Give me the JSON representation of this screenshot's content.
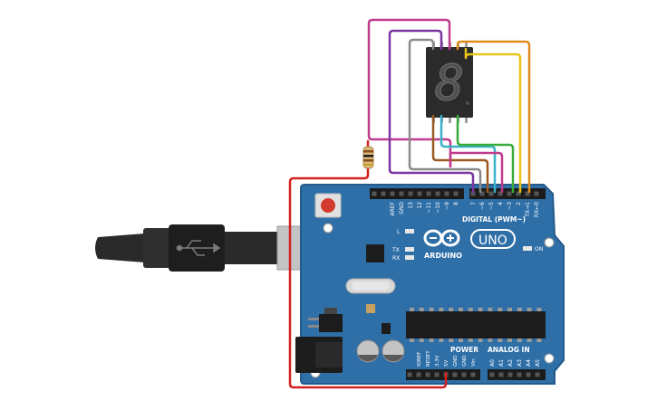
{
  "board": {
    "brand": "ARDUINO",
    "model": "UNO",
    "digital_header": "DIGITAL (PWM~)",
    "power_header": "POWER",
    "analog_header": "ANALOG IN",
    "led_l": "L",
    "led_tx": "TX",
    "led_rx": "RX",
    "on_label": "ON",
    "digital_pins": [
      "AREF",
      "GND",
      "13",
      "12",
      "~11",
      "~10",
      "~9",
      "8",
      "7",
      "~6",
      "~5",
      "4",
      "~3",
      "2",
      "TX→1",
      "RX←0"
    ],
    "power_pins": [
      "IOREF",
      "RESET",
      "3.3V",
      "5V",
      "GND",
      "GND",
      "Vin"
    ],
    "analog_pins": [
      "A0",
      "A1",
      "A2",
      "A3",
      "A4",
      "A5"
    ]
  },
  "display": {
    "digit": "8",
    "top_pins": 5,
    "bottom_pins": 5
  },
  "colors": {
    "board": "#2f6fa8",
    "board_dark": "#255a8a",
    "header": "#1c1c1c",
    "wire_red": "#d42020",
    "wire_pink": "#c03c8c",
    "wire_purple": "#7a35a0",
    "wire_gray": "#8a8a8a",
    "wire_brown": "#9a5a22",
    "wire_teal": "#38b2c8",
    "wire_green": "#3aaa3a",
    "wire_yellow": "#e8c418",
    "wire_orange": "#e08c1c",
    "segment_display": "#2b2b2b"
  },
  "icons": [
    "usb-cable-icon",
    "usb-symbol-icon",
    "resistor-icon",
    "seven-segment-display-icon",
    "arduino-infinity-logo-icon"
  ]
}
